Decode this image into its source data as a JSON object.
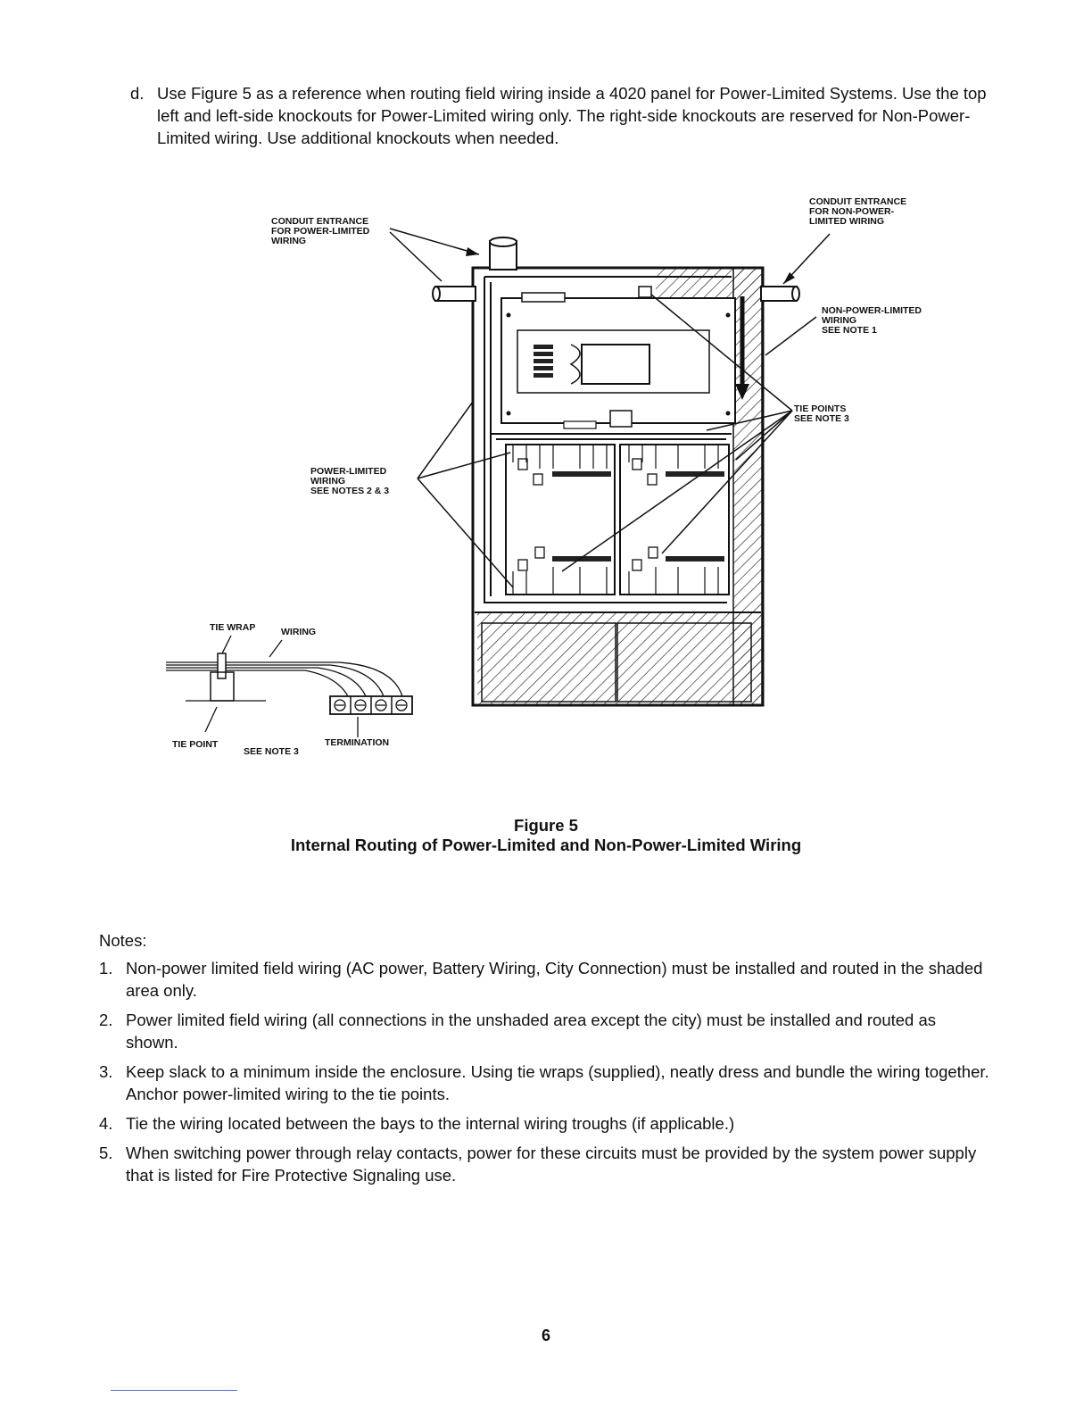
{
  "intro": {
    "marker": "d.",
    "text": "Use Figure 5 as a reference when routing field wiring inside a 4020 panel for Power-Limited Systems. Use the top left and left-side knockouts for Power-Limited wiring only. The right-side knockouts are reserved for Non-Power-Limited wiring. Use additional knockouts when needed."
  },
  "figure": {
    "labels": {
      "conduit_pl_1": "CONDUIT ENTRANCE",
      "conduit_pl_2": "FOR POWER-LIMITED",
      "conduit_pl_3": "WIRING",
      "conduit_npl_1": "CONDUIT ENTRANCE",
      "conduit_npl_2": "FOR NON-POWER-",
      "conduit_npl_3": "LIMITED WIRING",
      "npl_wiring_1": "NON-POWER-LIMITED",
      "npl_wiring_2": "WIRING",
      "npl_wiring_3": "SEE NOTE 1",
      "tie_points_1": "TIE POINTS",
      "tie_points_2": "SEE NOTE 3",
      "pl_wiring_1": "POWER-LIMITED",
      "pl_wiring_2": "WIRING",
      "pl_wiring_3": "SEE NOTES 2 & 3",
      "tie_wrap": "TIE WRAP",
      "wiring": "WIRING",
      "tie_point": "TIE POINT",
      "see_note_3": "SEE NOTE 3",
      "termination": "TERMINATION"
    },
    "caption_number": "Figure 5",
    "caption_title": "Internal Routing of Power-Limited and Non-Power-Limited Wiring"
  },
  "notes": {
    "heading": "Notes:",
    "items": [
      {
        "num": "1.",
        "text": "Non-power limited field wiring (AC power, Battery Wiring, City Connection) must be installed and routed in the shaded area only."
      },
      {
        "num": "2.",
        "text": "Power limited field wiring (all connections in the unshaded area except the city) must be installed and routed as shown."
      },
      {
        "num": "3.",
        "text": "Keep slack to a minimum inside the enclosure. Using tie wraps (supplied), neatly dress and bundle the wiring together. Anchor power-limited wiring to the tie points."
      },
      {
        "num": "4.",
        "text": "Tie the wiring located between the bays to the internal wiring troughs (if applicable.)"
      },
      {
        "num": "5.",
        "text": "When switching power through relay contacts, power for these circuits must be provided by the system power supply that is listed for Fire Protective Signaling use."
      }
    ]
  },
  "page_number": "6"
}
